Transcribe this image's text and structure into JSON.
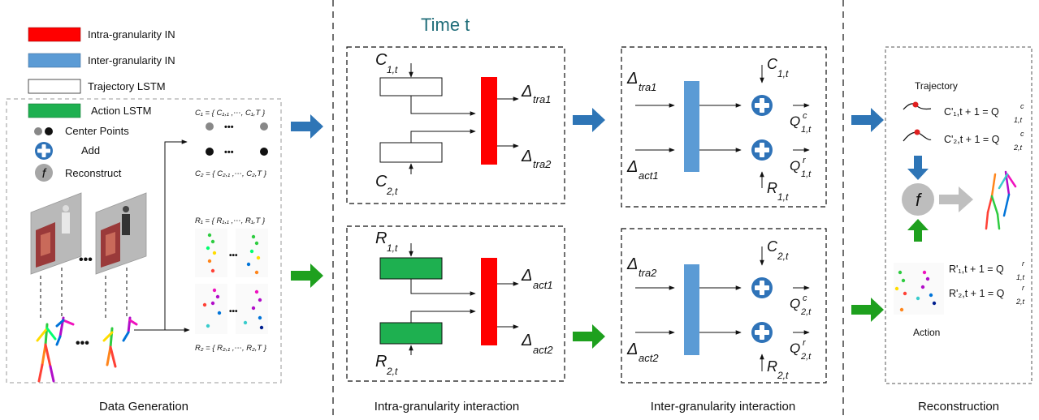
{
  "legend": {
    "intra_in": "Intra-granularity IN",
    "inter_in": "Inter-granularity IN",
    "trajectory_lstm": "Trajectory LSTM",
    "action_lstm": "Action LSTM",
    "center_points": "Center Points",
    "add": "Add",
    "reconstruct": "Reconstruct",
    "reconstruct_symbol": "f"
  },
  "colors": {
    "intra": "#ff0000",
    "inter": "#5b9bd5",
    "action_lstm": "#1eb050",
    "arrow_blue": "#2e75b6",
    "arrow_green": "#1ea01e",
    "add_circle": "#2f73b8"
  },
  "data_generation": {
    "c1_eq": "C₁ = { C₁,₁ ,⋯, C₁,T }",
    "c2_eq": "C₂ = { C₂,₁ ,⋯, C₂,T }",
    "r1_eq": "R₁ = { R₁,₁ ,⋯, R₁,T }",
    "r2_eq": "R₂ = { R₂,₁ ,⋯, R₂,T }",
    "ellipsis": "•••",
    "caption": "Data Generation"
  },
  "intra": {
    "time_label": "Time t",
    "c1": "C",
    "c1_sub": "1,t",
    "c2": "C",
    "c2_sub": "2,t",
    "r1": "R",
    "r1_sub": "1,t",
    "r2": "R",
    "r2_sub": "2,t",
    "delta": "Δ",
    "tra1": "tra1",
    "tra2": "tra2",
    "act1": "act1",
    "act2": "act2",
    "caption": "Intra-granularity interaction"
  },
  "inter": {
    "delta": "Δ",
    "tra1": "tra1",
    "act1": "act1",
    "tra2": "tra2",
    "act2": "act2",
    "c": "C",
    "c1_sub": "1,t",
    "c2_sub": "2,t",
    "r": "R",
    "r1_sub": "1,t",
    "r2_sub": "2,t",
    "q": "Q",
    "qc_sup": "c",
    "qr_sup": "r",
    "q1_sub": "1,t",
    "q2_sub": "2,t",
    "caption": "Inter-granularity interaction"
  },
  "recon": {
    "trajectory": "Trajectory",
    "c1_eq": "C'₁,t + 1 = Q",
    "c2_eq": "C'₂,t + 1 = Q",
    "r1_eq": "R'₁,t + 1 = Q",
    "r2_eq": "R'₂,t + 1 = Q",
    "sup_c": "c",
    "sup_r": "r",
    "sub_1": "1,t",
    "sub_2": "2,t",
    "f": "f",
    "action": "Action",
    "caption": "Reconstruction"
  }
}
